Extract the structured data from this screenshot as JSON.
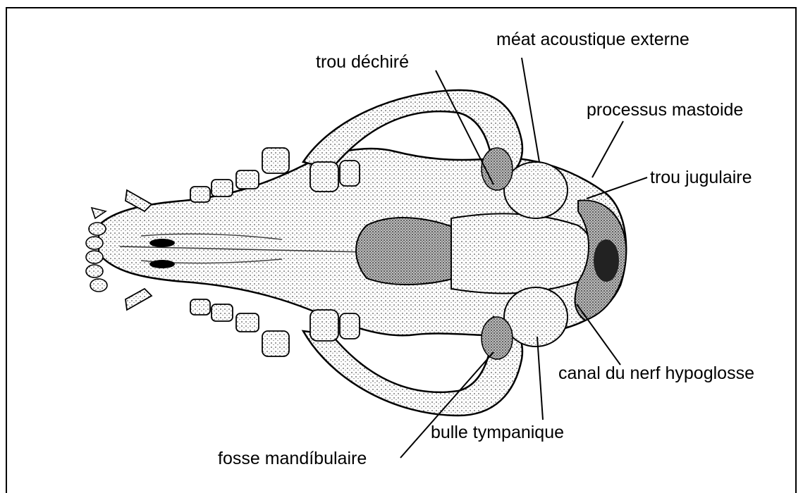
{
  "labels": {
    "trou_dechire": "trou déchiré",
    "meat_acoustique": "méat acoustique externe",
    "processus_mastoide": "processus mastoide",
    "trou_jugulaire": "trou jugulaire",
    "canal_nerf": "canal du nerf hypoglosse",
    "bulle_tympanique": "bulle tympanique",
    "fosse_mandibulaire": "fosse mandíbulaire"
  },
  "colors": {
    "ink": "#000000",
    "paper": "#ffffff",
    "bone_shade": "#9a9a9a"
  }
}
